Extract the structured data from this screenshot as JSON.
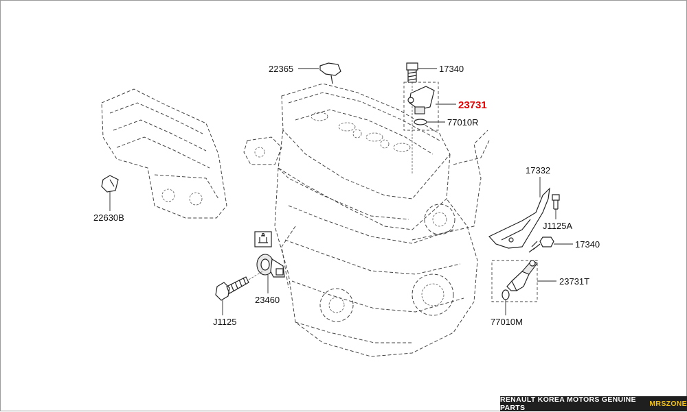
{
  "callouts": {
    "c22365": "22365",
    "c17340_top": "17340",
    "c23731": "23731",
    "c77010R": "77010R",
    "c22630B": "22630B",
    "c17332": "17332",
    "cJ1125A": "J1125A",
    "c17340_right": "17340",
    "c23731T": "23731T",
    "c77010M": "77010M",
    "c23460": "23460",
    "cJ1125": "J1125"
  },
  "highlight_color": "#e00000",
  "footer": {
    "text": "RENAULT KOREA MOTORS GENUINE PARTS",
    "brand": "MRSZONE",
    "brand_color": "#f2c21b"
  }
}
